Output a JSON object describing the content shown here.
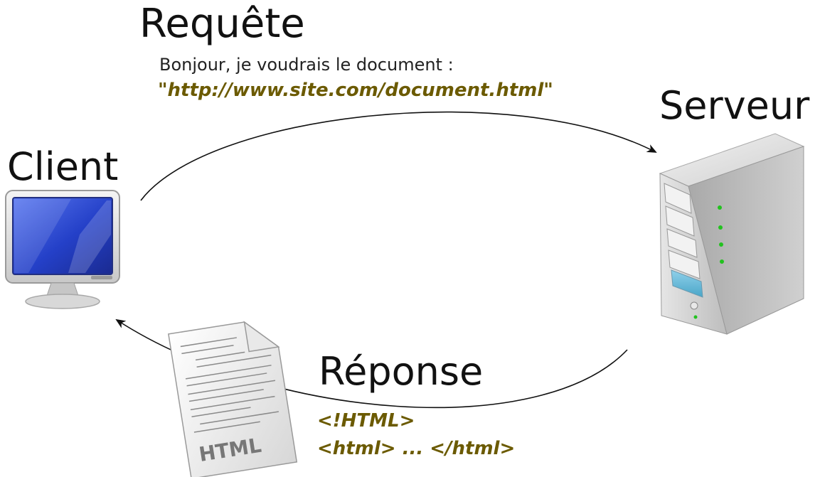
{
  "request": {
    "title": "Requête",
    "text": "Bonjour, je voudrais le document :",
    "url_quote_open": "\"",
    "url": "http://www.site.com/document.html",
    "url_quote_close": "\""
  },
  "client": {
    "label": "Client",
    "icon": "monitor-icon"
  },
  "server": {
    "label": "Serveur",
    "icon": "server-tower-icon"
  },
  "response": {
    "title": "Réponse",
    "code_line1": "<!HTML>",
    "code_line2": "<html> ... </html>",
    "document_label": "HTML",
    "document_icon": "html-document-icon"
  },
  "colors": {
    "accent_text": "#6b5a00",
    "monitor_screen": "#1f3fc7",
    "server_body": "#d8d8d8",
    "led": "#22c21f"
  }
}
